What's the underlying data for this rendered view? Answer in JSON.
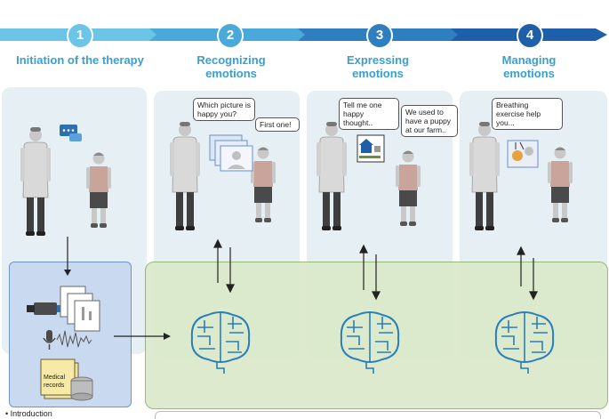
{
  "stages": [
    {
      "number": "1",
      "title": "Initiation of the therapy"
    },
    {
      "number": "2",
      "title": "Recognizing emotions"
    },
    {
      "number": "3",
      "title": "Expressing emotions"
    },
    {
      "number": "4",
      "title": "Managing emotions"
    }
  ],
  "bubbles": {
    "s2_therapist": "Which picture is happy you?",
    "s2_child": "First one!",
    "s3_therapist": "Tell me one happy thought..",
    "s3_child": "We used to have a puppy at our farm..",
    "s4_therapist": "Breathing exercise help you..."
  },
  "data_box": {
    "records_label": "Medical records"
  },
  "bottom": {
    "introduction": "Introduction"
  },
  "colors": {
    "arrow1": "#6cc4e6",
    "arrow2": "#4aa9d8",
    "arrow3": "#2f7fc0",
    "arrow4": "#1f5ea8",
    "panel_bg": "#e6eff3",
    "ai_box": "#dbe9c9",
    "data_box": "#c9daf0",
    "brain": "#2a7fb8"
  },
  "icons": [
    "chat-icon",
    "camera-icon",
    "microphone-icon",
    "waveform-icon",
    "database-icon",
    "brain-icon"
  ]
}
